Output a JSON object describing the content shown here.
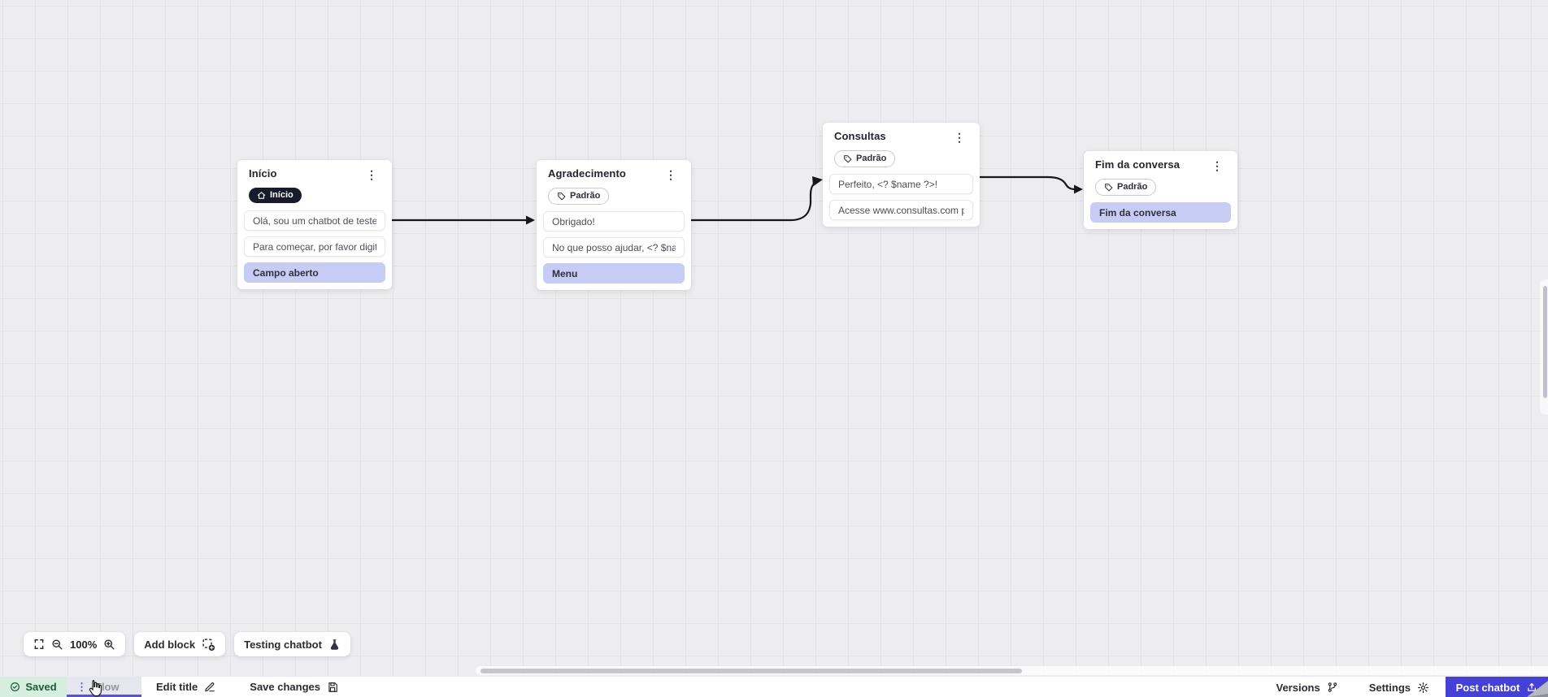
{
  "canvas": {
    "nodes": [
      {
        "title": "Início",
        "badge": {
          "label": "Início",
          "icon": "home-icon",
          "style": "dark"
        },
        "blocks": [
          {
            "label": "Olá, sou um chatbot de teste!",
            "type": "text"
          },
          {
            "label": "Para começar, por favor digite o ...",
            "type": "text"
          },
          {
            "label": "Campo aberto",
            "type": "input"
          }
        ]
      },
      {
        "title": "Agradecimento",
        "badge": {
          "label": "Padrão",
          "icon": "tag-icon",
          "style": "outline"
        },
        "blocks": [
          {
            "label": "Obrigado!",
            "type": "text"
          },
          {
            "label": "No que posso ajudar, <? $name ...",
            "type": "text"
          },
          {
            "label": "Menu",
            "type": "input"
          }
        ]
      },
      {
        "title": "Consultas",
        "badge": {
          "label": "Padrão",
          "icon": "tag-icon",
          "style": "outline"
        },
        "blocks": [
          {
            "label": "Perfeito, <? $name ?>!",
            "type": "text"
          },
          {
            "label": "Acesse www.consultas.com par...",
            "type": "text"
          }
        ]
      },
      {
        "title": "Fim da conversa",
        "badge": {
          "label": "Padrão",
          "icon": "tag-icon",
          "style": "outline"
        },
        "blocks": [
          {
            "label": "Fim da conversa",
            "type": "input"
          }
        ]
      }
    ]
  },
  "toolbar": {
    "zoom_level": "100%",
    "add_block_label": "Add block",
    "testing_label": "Testing chatbot"
  },
  "statusbar": {
    "saved_label": "Saved",
    "flow_tab_label": "Flow",
    "edit_title_label": "Edit title",
    "save_changes_label": "Save changes",
    "versions_label": "Versions",
    "settings_label": "Settings",
    "post_button_label": "Post chatbot"
  },
  "colors": {
    "accent_indigo": "#4540d6",
    "saved_bg": "#d5eedd",
    "saved_text": "#1f5c35",
    "input_block_bg": "#c6ccf4",
    "canvas_bg": "#ededf0",
    "grid_line": "#e2e2e7",
    "edge_stroke": "#17171c",
    "start_badge_bg": "#191b2d"
  }
}
